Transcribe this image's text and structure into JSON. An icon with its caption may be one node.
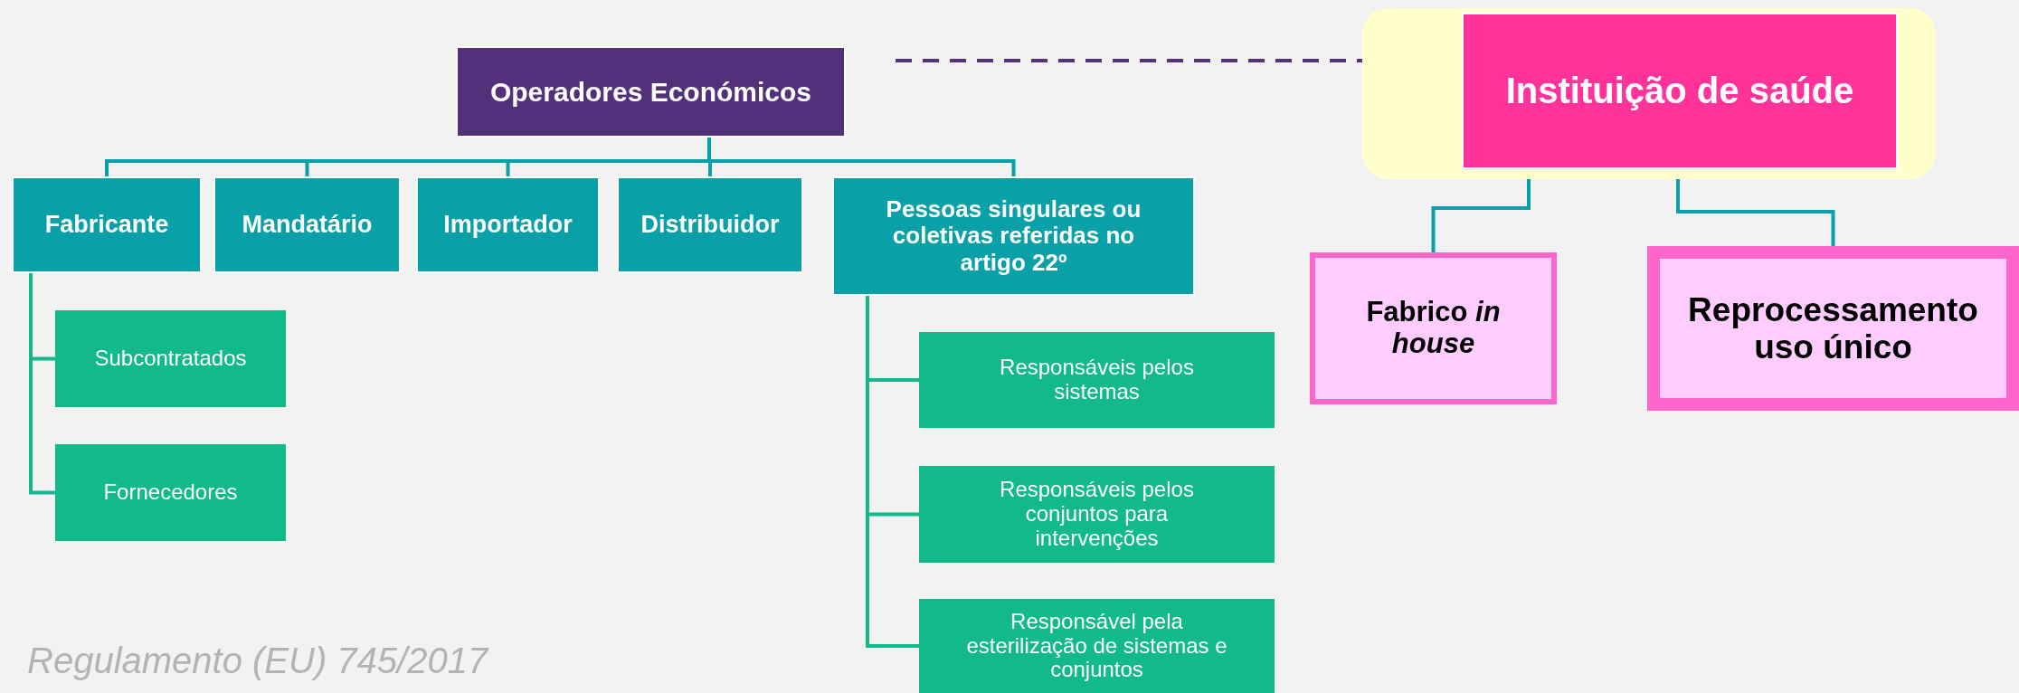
{
  "diagram": {
    "caption": "Regulamento (EU) 745/2017",
    "nodes": [
      {
        "text": [
          "Operadores Económicos"
        ]
      },
      {
        "text": [
          "Fabricante"
        ]
      },
      {
        "text": [
          "Mandatário"
        ]
      },
      {
        "text": [
          "Importador"
        ]
      },
      {
        "text": [
          "Distribuidor"
        ]
      },
      {
        "text": [
          "Pessoas singulares ou coletivas referidas no artigo 22º"
        ]
      },
      {
        "text": [
          "Subcontratados"
        ]
      },
      {
        "text": [
          "Fornecedores"
        ]
      },
      {
        "text": [
          "Responsáveis pelos sistemas"
        ]
      },
      {
        "text": [
          "Responsáveis pelos conjuntos para intervenções"
        ]
      },
      {
        "text": [
          "Responsável pela esterilização de sistemas e conjuntos"
        ]
      },
      {
        "text": [],
        "shape": "box"
      },
      {
        "text": [
          "Instituição de saúde"
        ],
        "in": 11
      },
      {
        "text": [
          "Fabrico *in house*"
        ]
      },
      {
        "text": [
          "Reprocessamento uso único"
        ]
      }
    ],
    "edges": [
      {
        "from": 0,
        "to": 1,
        "arrow": "none"
      },
      {
        "from": 0,
        "to": 2,
        "arrow": "none"
      },
      {
        "from": 0,
        "to": 3,
        "arrow": "none"
      },
      {
        "from": 0,
        "to": 4,
        "arrow": "none"
      },
      {
        "from": 0,
        "to": 5,
        "arrow": "none"
      },
      {
        "from": 1,
        "to": 6,
        "arrow": "none",
        "color": "#12b98a"
      },
      {
        "from": 1,
        "to": 7,
        "arrow": "none",
        "color": "#12b98a"
      },
      {
        "from": 5,
        "to": 8,
        "arrow": "none",
        "color": "#12b98a"
      },
      {
        "from": 5,
        "to": 9,
        "arrow": "none",
        "color": "#12b98a"
      },
      {
        "from": 5,
        "to": 10,
        "arrow": "none",
        "color": "#12b98a"
      },
      {
        "from": 0,
        "to": 11,
        "arrow": "none",
        "style": "dashed",
        "color": "#53307a"
      },
      {
        "from": 12,
        "to": 13,
        "arrow": "none"
      },
      {
        "from": 12,
        "to": 14,
        "arrow": "none"
      }
    ]
  }
}
